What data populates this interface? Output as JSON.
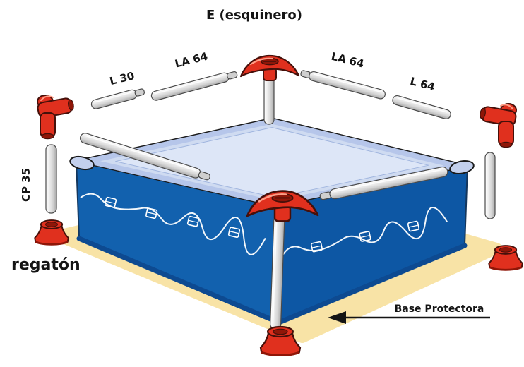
{
  "title": "E (esquinero)",
  "labels": {
    "la64_left": "LA 64",
    "l30": "L 30",
    "la64_right": "LA 64",
    "l64": "L 64",
    "cp35": "CP 35",
    "regaton": "regatón",
    "base_protectora": "Base Protectora"
  },
  "colors": {
    "red": "#e0301e",
    "red_dark": "#8f1608",
    "red_outline": "#45100a",
    "red_highlight": "#ff9d86",
    "side_blue": "#1261ae",
    "side_blue_right": "#0d57a4",
    "side_edge": "#0d4a91",
    "top_light": "#cfdbf1",
    "top_inner": "#dde6f7",
    "rim_band": "#b6c6ea",
    "rim_line": "#9fb4de",
    "base_yellow": "#f8e3a6",
    "tube_stroke": "#4a4a4a",
    "ink": "#141414"
  }
}
